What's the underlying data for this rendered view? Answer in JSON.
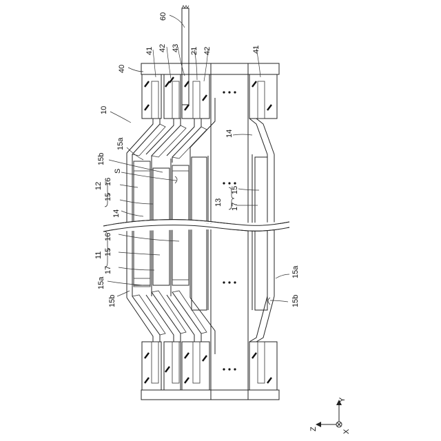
{
  "labels": {
    "l60": "60",
    "l41a": "41",
    "l42a": "42",
    "l43": "43",
    "l21": "21",
    "l42b": "42",
    "l41b": "41",
    "l40": "40",
    "l10": "10",
    "l14a": "14",
    "l15a_top": "15a",
    "l15b_top": "15b",
    "lS": "S",
    "l12": "12",
    "l16a": "16",
    "l15_12": "15",
    "l14b": "14",
    "l13": "13",
    "l15_13": "15",
    "l17_13": "17",
    "l11": "11",
    "l16b": "16",
    "l15_11": "15",
    "l17_11": "17",
    "l15a_bl": "15a",
    "l15b_bl": "15b",
    "l15a_br": "15a",
    "l15b_br": "15b"
  },
  "axes": {
    "y": "Y",
    "z": "Z",
    "x": "X"
  },
  "colors": {
    "line": "#222222",
    "background": "#ffffff"
  }
}
